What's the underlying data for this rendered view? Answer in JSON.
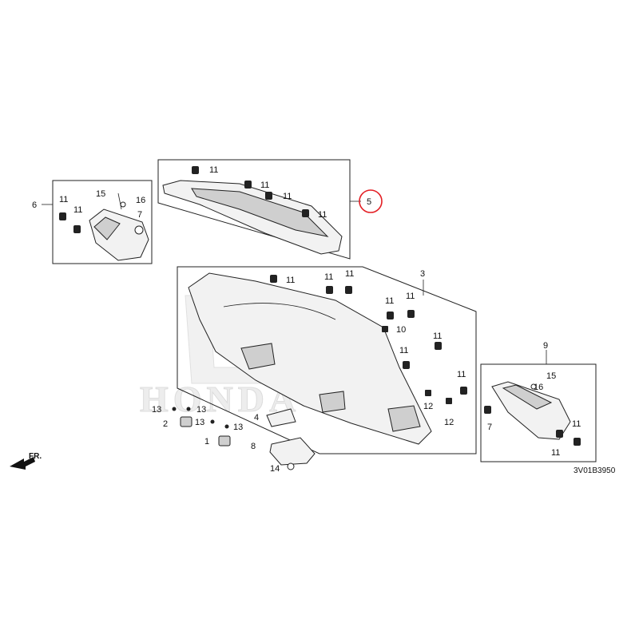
{
  "diagram": {
    "reference_code": "3V01B3950",
    "direction_label": "FR.",
    "watermark": "HONDA",
    "highlight_color": "#e31e24",
    "highlighted_callout": "5",
    "callouts": {
      "c1": "1",
      "c2": "2",
      "c3": "3",
      "c4": "4",
      "c5": "5",
      "c6": "6",
      "c7": "7",
      "c8": "8",
      "c9": "9",
      "c10": "10",
      "c11": "11",
      "c12": "12",
      "c13": "13",
      "c14": "14",
      "c15": "15",
      "c16": "16"
    }
  }
}
